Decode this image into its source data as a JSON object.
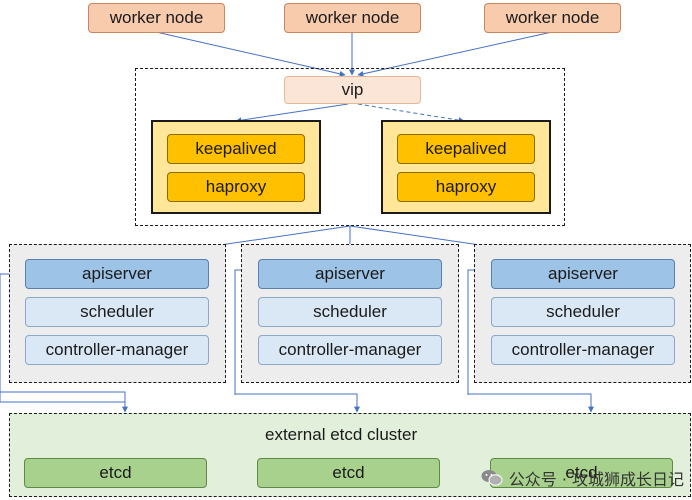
{
  "workers": [
    {
      "label": "worker node"
    },
    {
      "label": "worker node"
    },
    {
      "label": "worker node"
    }
  ],
  "vip": {
    "label": "vip"
  },
  "load_balancers": [
    {
      "keepalived": "keepalived",
      "haproxy": "haproxy"
    },
    {
      "keepalived": "keepalived",
      "haproxy": "haproxy"
    }
  ],
  "masters": [
    {
      "apiserver": "apiserver",
      "scheduler": "scheduler",
      "controller": "controller-manager"
    },
    {
      "apiserver": "apiserver",
      "scheduler": "scheduler",
      "controller": "controller-manager"
    },
    {
      "apiserver": "apiserver",
      "scheduler": "scheduler",
      "controller": "controller-manager"
    }
  ],
  "etcd_cluster": {
    "title": "external etcd cluster",
    "nodes": [
      {
        "label": "etcd"
      },
      {
        "label": "etcd"
      },
      {
        "label": "etcd"
      }
    ]
  },
  "watermark": {
    "text": "公众号 · 攻城狮成长日记"
  },
  "colors": {
    "worker": "#f8cbad",
    "vip": "#fbe5d6",
    "lb_group": "#ffe699",
    "lb_item": "#ffc000",
    "apiserver": "#9dc3e6",
    "component": "#dae8f5",
    "etcd_bg": "#e2efda",
    "etcd": "#a9d18e",
    "line": "#4472c4"
  }
}
